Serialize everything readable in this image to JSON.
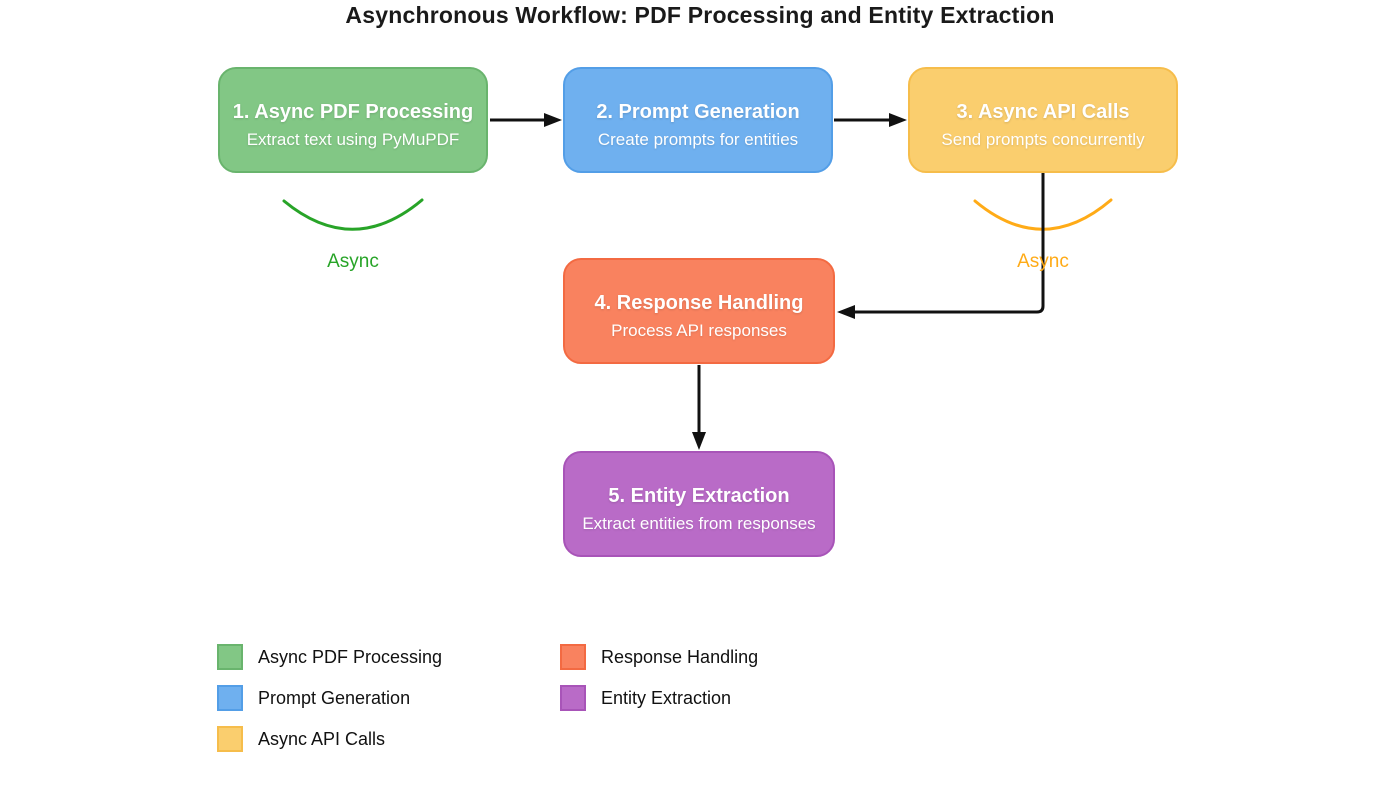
{
  "title": "Asynchronous Workflow: PDF Processing and Entity Extraction",
  "nodes": [
    {
      "step": "1. Async PDF Processing",
      "detail": "Extract text using PyMuPDF"
    },
    {
      "step": "2. Prompt Generation",
      "detail": "Create prompts for entities"
    },
    {
      "step": "3. Async API Calls",
      "detail": "Send prompts concurrently"
    },
    {
      "step": "4. Response Handling",
      "detail": "Process API responses"
    },
    {
      "step": "5. Entity Extraction",
      "detail": "Extract entities from responses"
    }
  ],
  "annotations": {
    "async_left": "Async",
    "async_right": "Async"
  },
  "colors": {
    "node_pdf_fill": "#82C785",
    "node_pdf_border": "#69B46D",
    "node_prompt_fill": "#6FB0EF",
    "node_prompt_border": "#539EE7",
    "node_api_fill": "#FACE6E",
    "node_api_border": "#F6BD4B",
    "node_response_fill": "#F9825F",
    "node_response_border": "#F36A42",
    "node_entity_fill": "#B96BC7",
    "node_entity_border": "#A854B8",
    "async_green": "#28A428",
    "async_orange": "#FFAB17",
    "connector": "#111111",
    "title_text": "#1A1A1A",
    "node_text": "#FFFFFF"
  },
  "legend": [
    {
      "label": "Async PDF Processing",
      "fill": "#82C785",
      "border": "#69B46D"
    },
    {
      "label": "Prompt Generation",
      "fill": "#6FB0EF",
      "border": "#539EE7"
    },
    {
      "label": "Async API Calls",
      "fill": "#FACE6E",
      "border": "#F6BD4B"
    },
    {
      "label": "Response Handling",
      "fill": "#F9825F",
      "border": "#F36A42"
    },
    {
      "label": "Entity Extraction",
      "fill": "#B96BC7",
      "border": "#A854B8"
    }
  ]
}
